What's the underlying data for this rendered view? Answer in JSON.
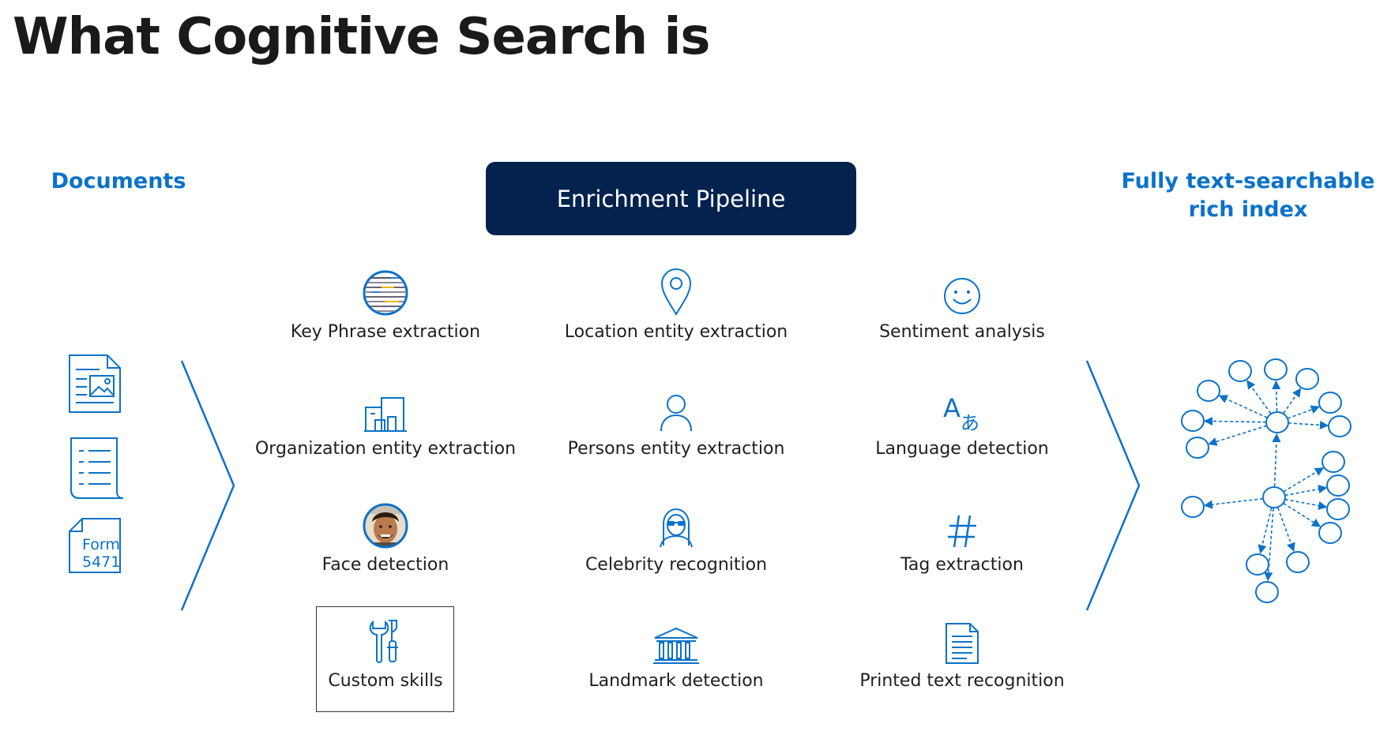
{
  "title": "What Cognitive Search is",
  "documents_heading": "Documents",
  "index_heading_line1": "Fully text-searchable",
  "index_heading_line2": "rich index",
  "pipeline_label": "Enrichment Pipeline",
  "form_doc": {
    "line1": "Form",
    "line2": "5471"
  },
  "skills": {
    "key_phrase": "Key Phrase extraction",
    "location": "Location entity extraction",
    "sentiment": "Sentiment analysis",
    "organization": "Organization entity extraction",
    "persons": "Persons entity extraction",
    "language": "Language detection",
    "face": "Face detection",
    "celebrity": "Celebrity recognition",
    "tag": "Tag extraction",
    "custom": "Custom skills",
    "landmark": "Landmark detection",
    "printed_text": "Printed text recognition"
  },
  "colors": {
    "accent": "#0b72c9",
    "pipeline_bg": "#04224e"
  }
}
